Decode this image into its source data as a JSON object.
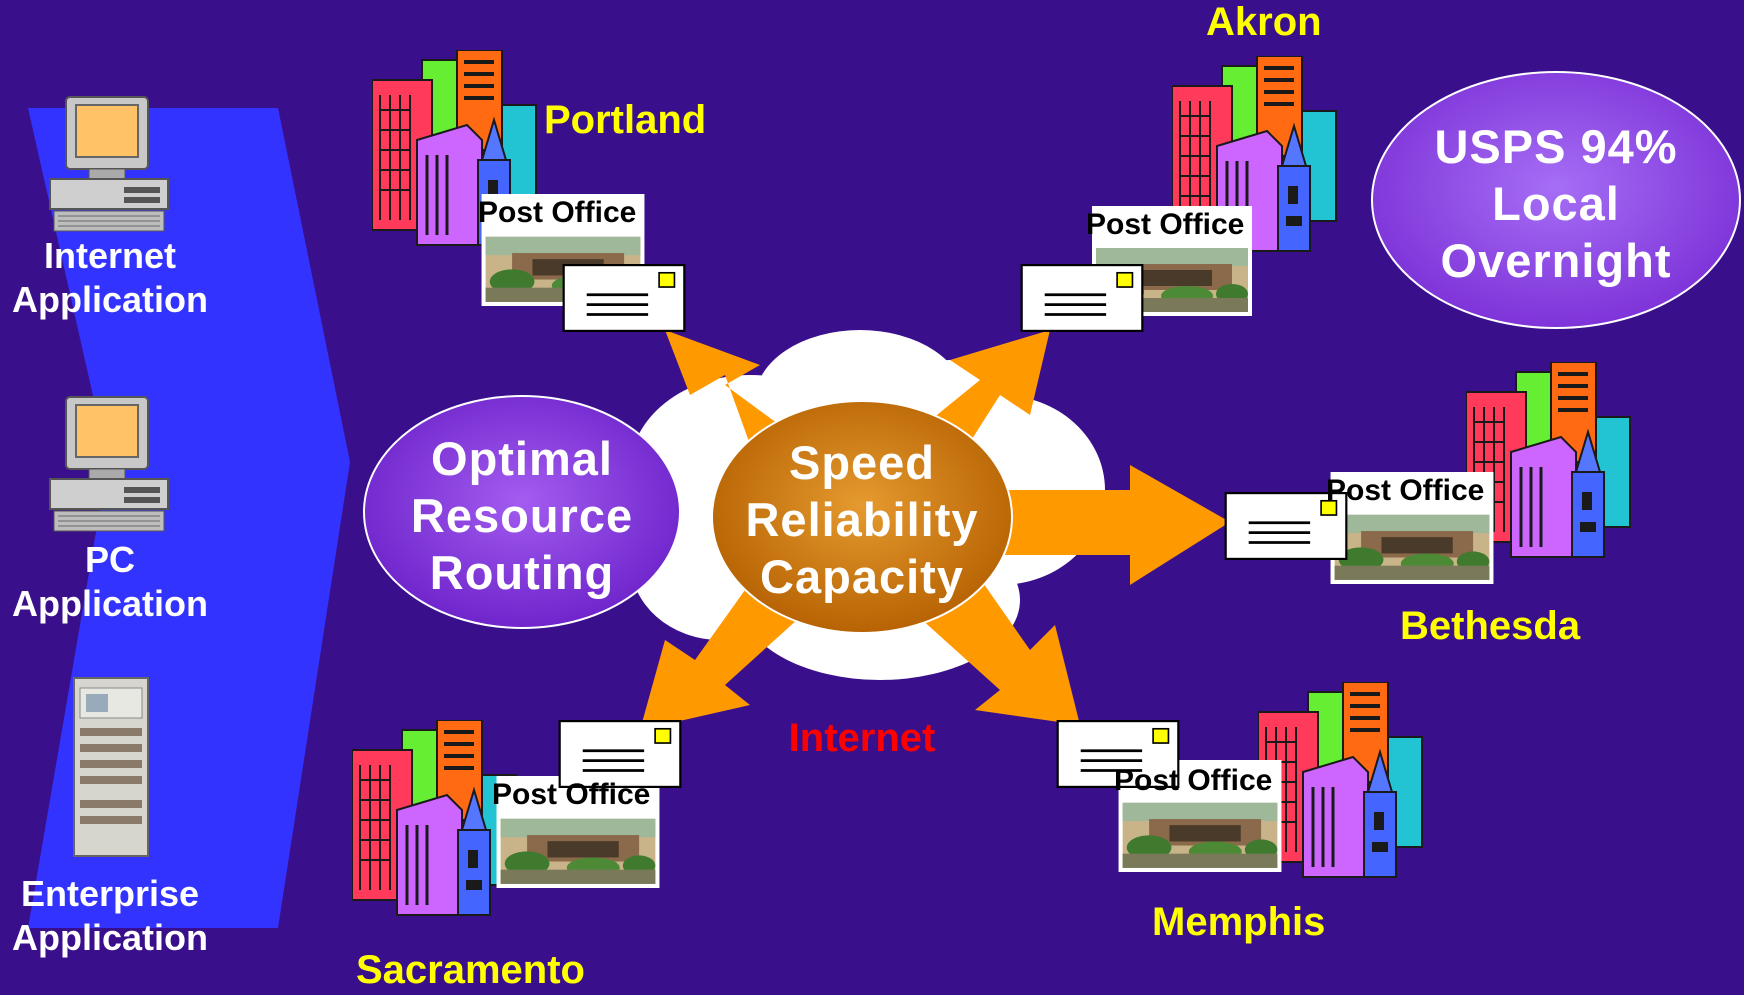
{
  "apps": [
    {
      "line1": "Internet",
      "line2": "Application"
    },
    {
      "line1": "PC",
      "line2": "Application"
    },
    {
      "line1": "Enterprise",
      "line2": "Application"
    }
  ],
  "routing": {
    "line1": "Optimal",
    "line2": "Resource",
    "line3": "Routing"
  },
  "core": {
    "line1": "Speed",
    "line2": "Reliability",
    "line3": "Capacity"
  },
  "network_label": "Internet",
  "usps": {
    "line1": "USPS 94%",
    "line2": "Local",
    "line3": "Overnight"
  },
  "post_office_label": "Post Office",
  "cities": {
    "portland": "Portland",
    "akron": "Akron",
    "bethesda": "Bethesda",
    "sacramento": "Sacramento",
    "memphis": "Memphis"
  },
  "colors": {
    "background": "#3a0f8c",
    "funnel": "#3333ff",
    "arrow": "#ff9900",
    "city_label": "#ffff00",
    "network_label": "#ff0000",
    "routing_oval": "#7a2fd6",
    "core_oval": "#d47a00"
  },
  "icons": {
    "computer": "desktop-computer-icon",
    "server": "server-rack-icon",
    "buildings": "city-buildings-icon",
    "envelope": "envelope-icon",
    "post_office": "post-office-photo-icon"
  }
}
